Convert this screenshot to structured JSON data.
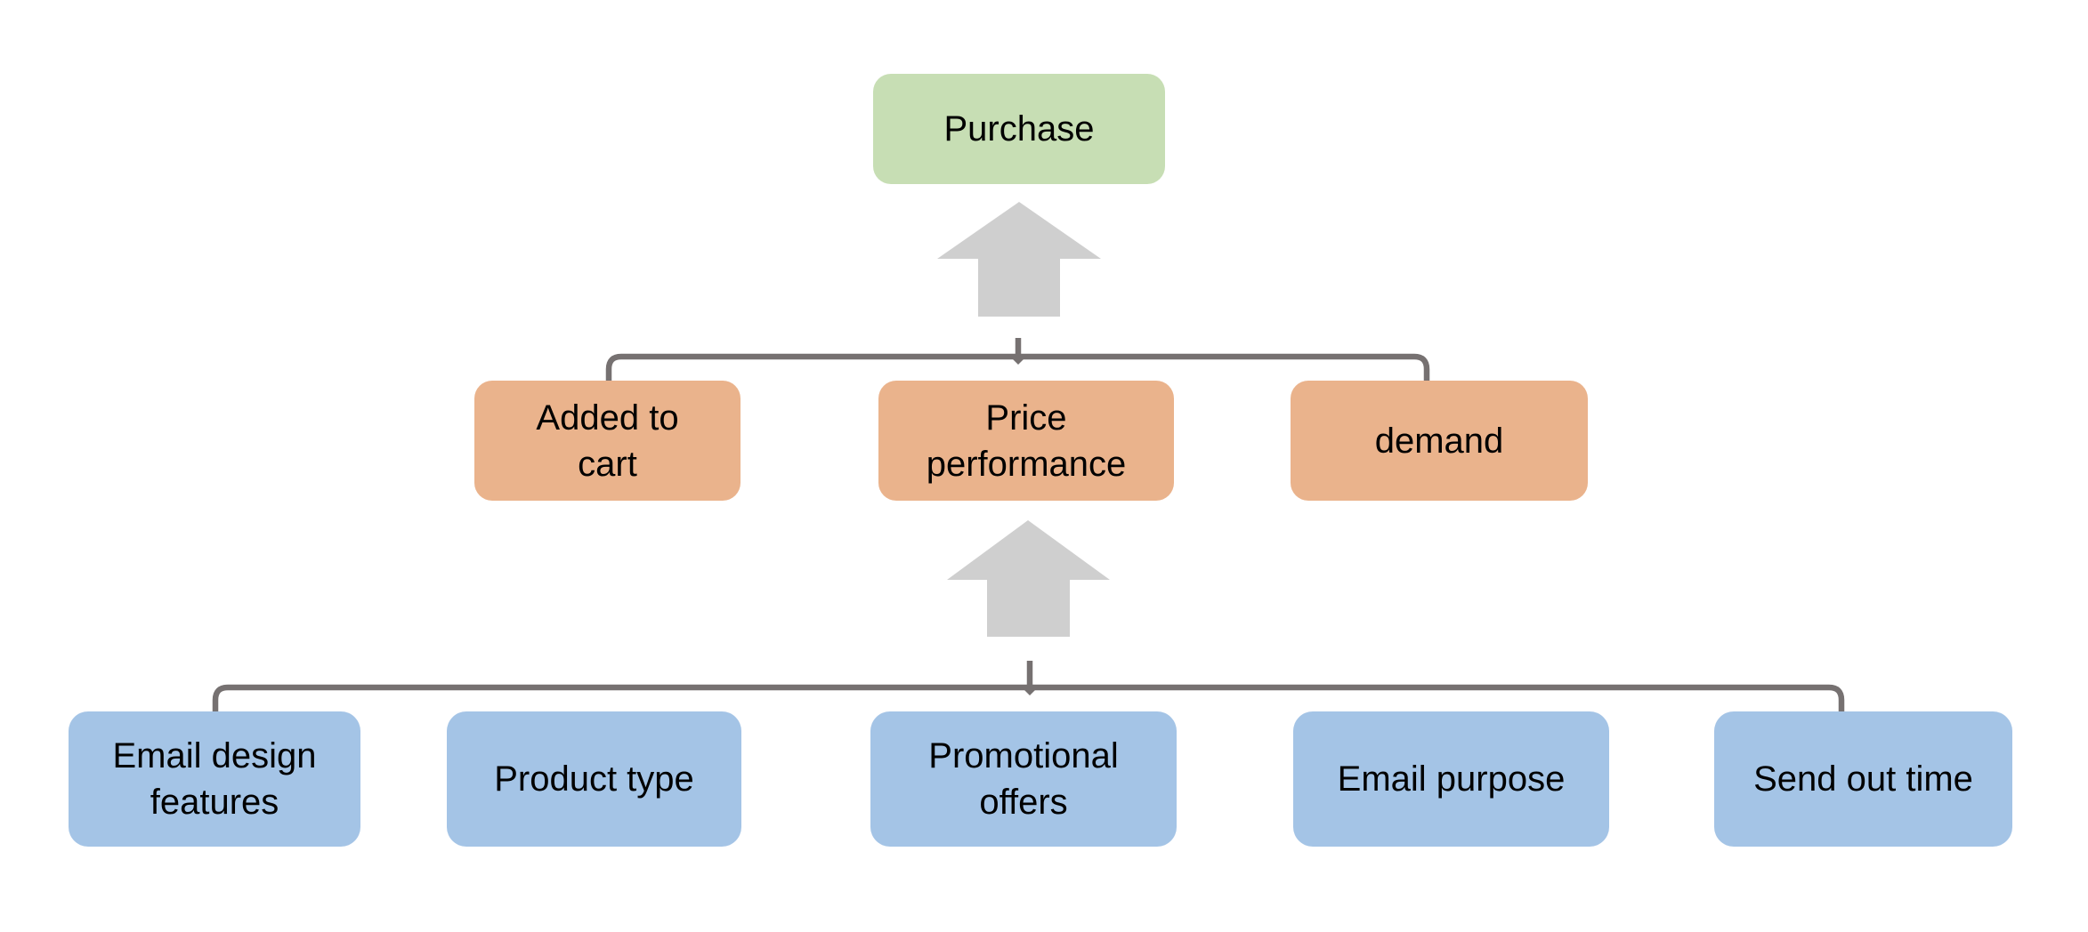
{
  "colors": {
    "background": "#ffffff",
    "text": "#000000",
    "level1_fill": "#c7deb4",
    "level2_fill": "#eab38c",
    "level3_fill": "#a4c4e6",
    "arrow_fill": "#cfcfcf",
    "connector_stroke": "#767171"
  },
  "nodes": {
    "level1": [
      {
        "label": "Purchase"
      }
    ],
    "level2": [
      {
        "label": "Added to cart"
      },
      {
        "label": "Price performance"
      },
      {
        "label": "demand"
      }
    ],
    "level3": [
      {
        "label": "Email design features"
      },
      {
        "label": "Product type"
      },
      {
        "label": "Promotional offers"
      },
      {
        "label": "Email purpose"
      },
      {
        "label": "Send out time"
      }
    ]
  }
}
